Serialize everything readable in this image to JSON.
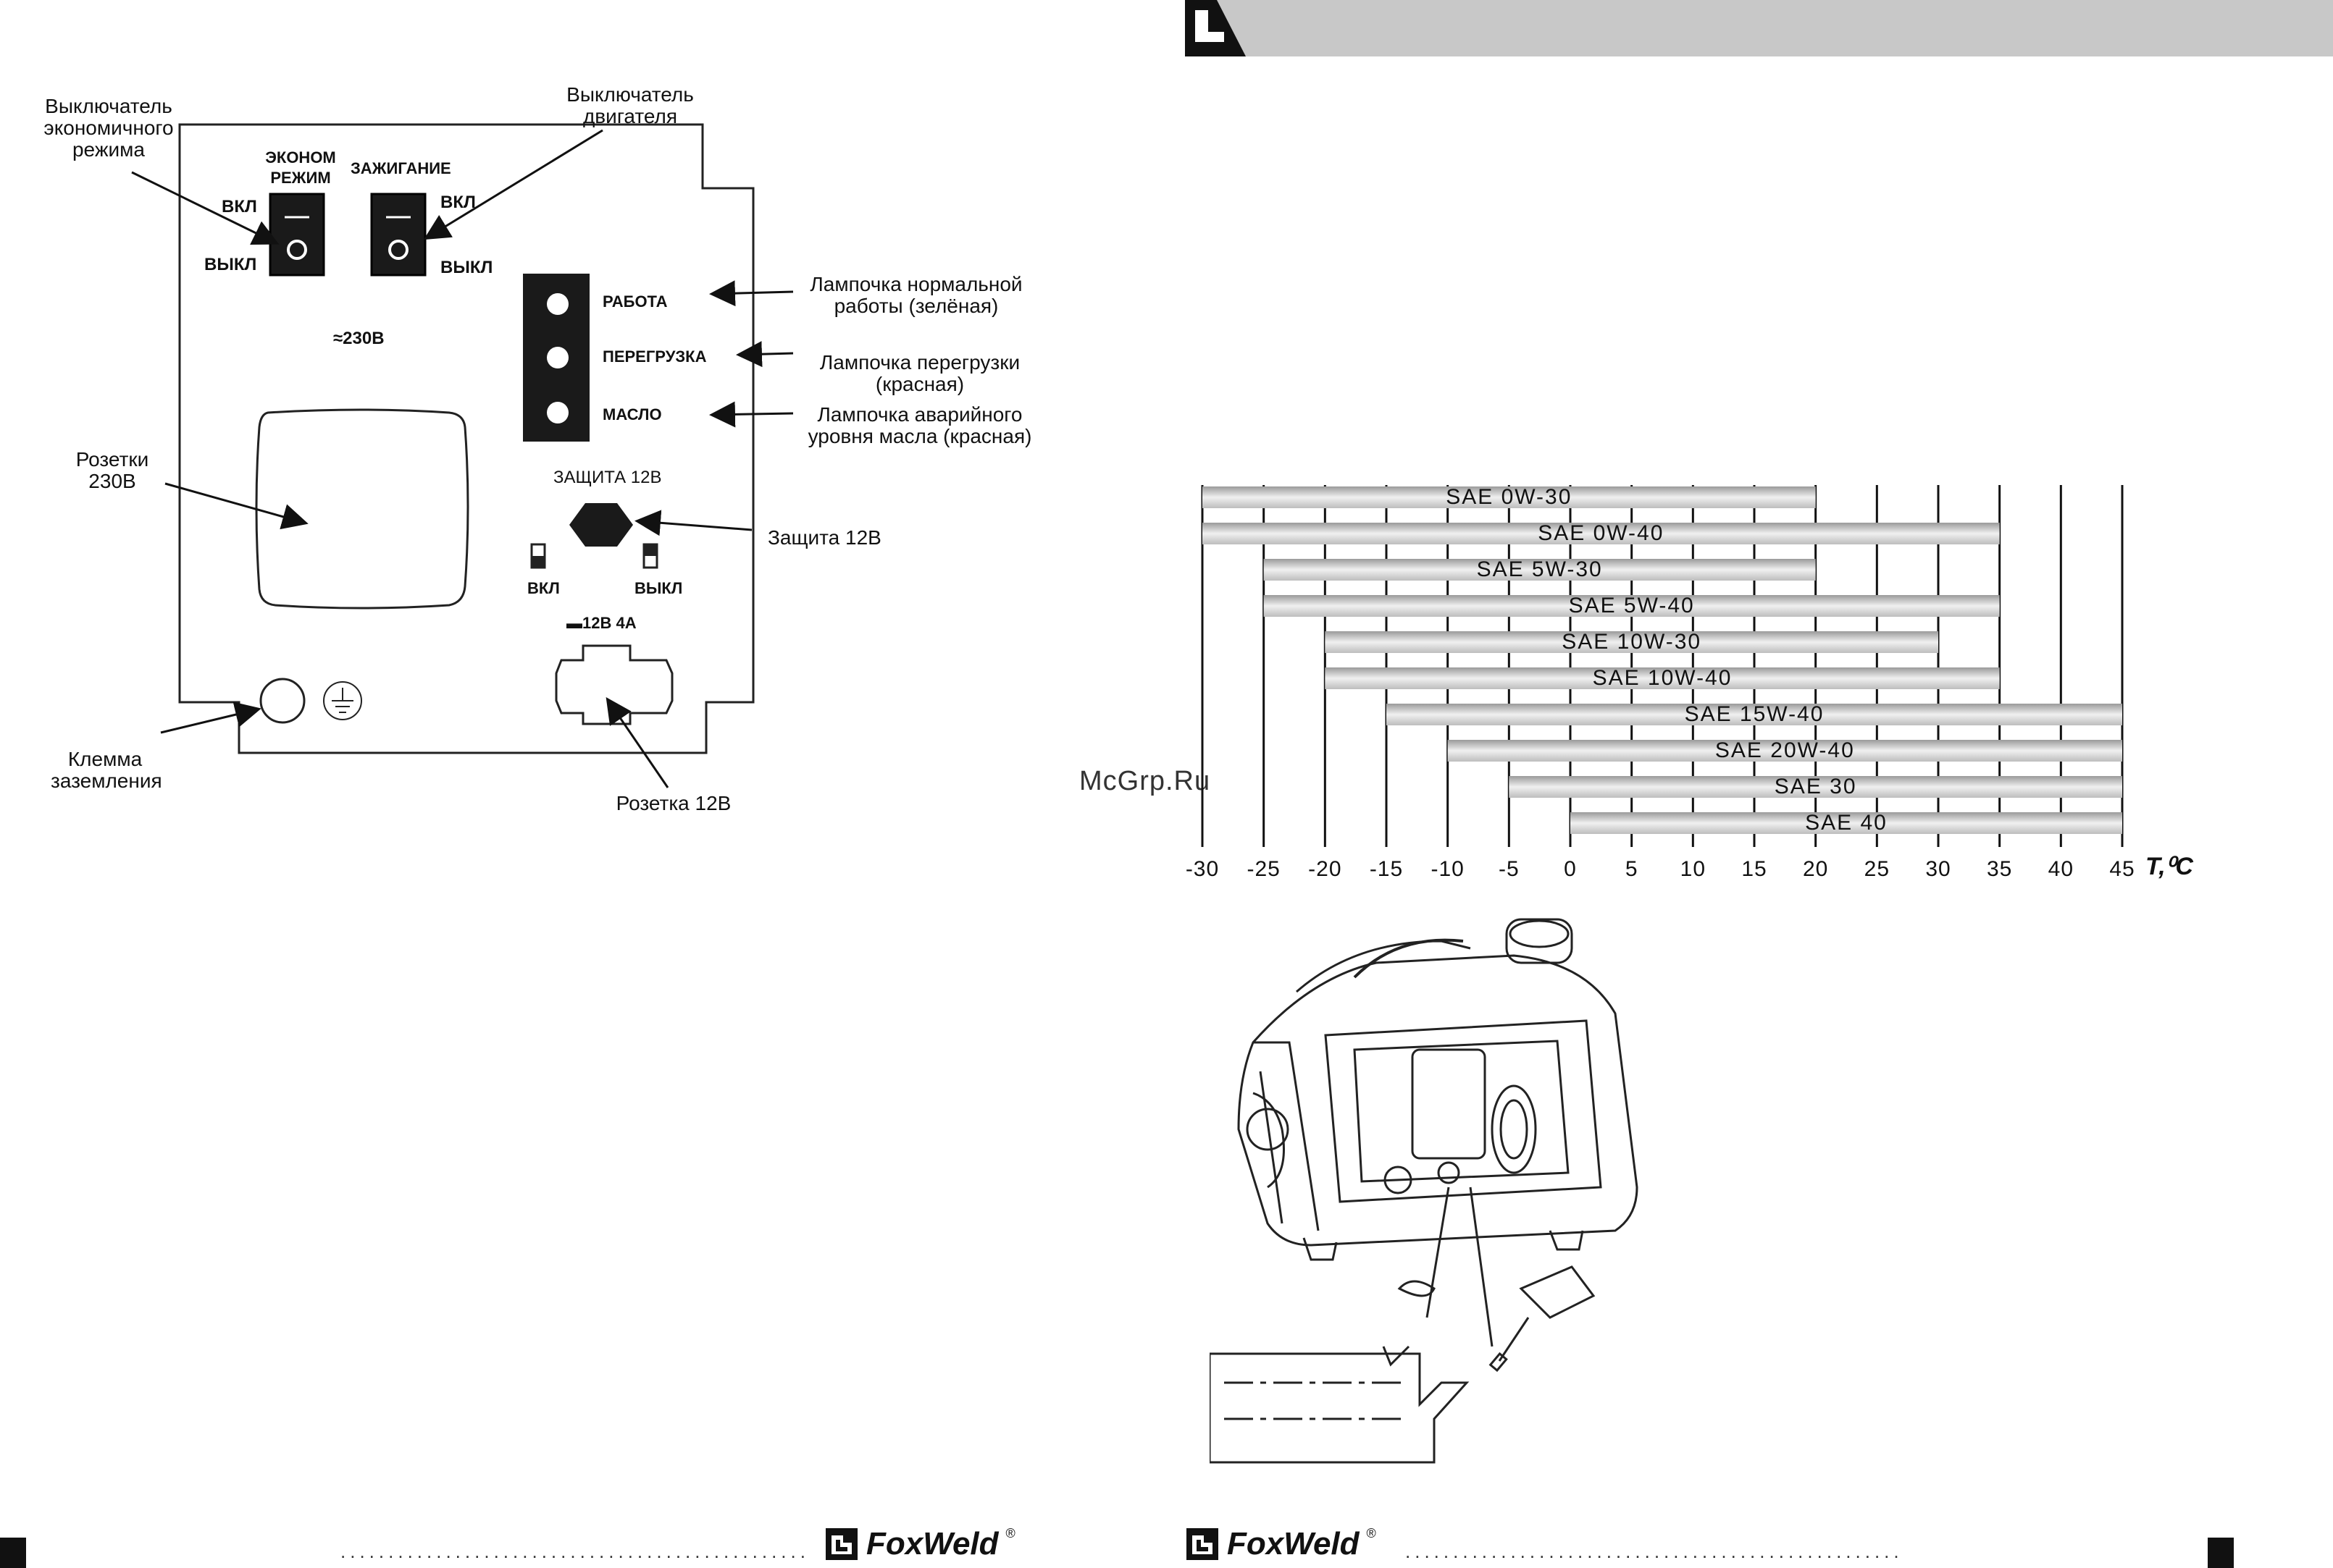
{
  "left_page": {
    "callouts": {
      "eco_switch": "Выключатель\nэкономичного режима",
      "engine_switch": "Выключатель\nдвигателя",
      "normal_lamp": "Лампочка нормальной\nработы (зелёная)",
      "overload_lamp": "Лампочка перегрузки\n(красная)",
      "oil_lamp": "Лампочка аварийного\nуровня масла (красная)",
      "outlets_230": "Розетки\n230В",
      "protection_12": "Защита 12В",
      "ground_terminal": "Клемма\nзаземления",
      "outlet_12": "Розетка 12В"
    },
    "panel": {
      "eco_label": "ЭКОНОМ\nРЕЖИМ",
      "ignition_label": "ЗАЖИГАНИЕ",
      "on_left": "ВКЛ",
      "off_left": "ВЫКЛ",
      "on_right": "ВКЛ",
      "off_right": "ВЫКЛ",
      "voltage_ac": "≈230В",
      "lamp_work": "РАБОТА",
      "lamp_overload": "ПЕРЕГРУЗКА",
      "lamp_oil": "МАСЛО",
      "protection_label": "ЗАЩИТА 12В",
      "prot_on": "ВКЛ",
      "prot_off": "ВЫКЛ",
      "dc_label": "▬12В 4А"
    }
  },
  "watermark": "McGrp.Ru",
  "brand": "FoxWeld",
  "brand_mark": "®",
  "chart_data": {
    "type": "bar",
    "orientation": "horizontal-range",
    "x_unit_label": "T,⁰C",
    "xlim": [
      -30,
      45
    ],
    "x_ticks": [
      -30,
      -25,
      -20,
      -15,
      -10,
      -5,
      0,
      5,
      10,
      15,
      20,
      25,
      30,
      35,
      40,
      45
    ],
    "series": [
      {
        "name": "SAE 0W-30",
        "range": [
          -30,
          20
        ]
      },
      {
        "name": "SAE 0W-40",
        "range": [
          -30,
          35
        ]
      },
      {
        "name": "SAE 5W-30",
        "range": [
          -25,
          20
        ]
      },
      {
        "name": "SAE 5W-40",
        "range": [
          -25,
          35
        ]
      },
      {
        "name": "SAE 10W-30",
        "range": [
          -20,
          30
        ]
      },
      {
        "name": "SAE 10W-40",
        "range": [
          -20,
          35
        ]
      },
      {
        "name": "SAE 15W-40",
        "range": [
          -15,
          45
        ]
      },
      {
        "name": "SAE 20W-40",
        "range": [
          -10,
          45
        ]
      },
      {
        "name": "SAE 30",
        "range": [
          -5,
          45
        ]
      },
      {
        "name": "SAE 40",
        "range": [
          0,
          45
        ]
      }
    ]
  },
  "icons": [
    "arrow-icon",
    "ground-icon",
    "fuse-icon",
    "switch-icon",
    "generator-illustration",
    "oil-container-illustration"
  ]
}
